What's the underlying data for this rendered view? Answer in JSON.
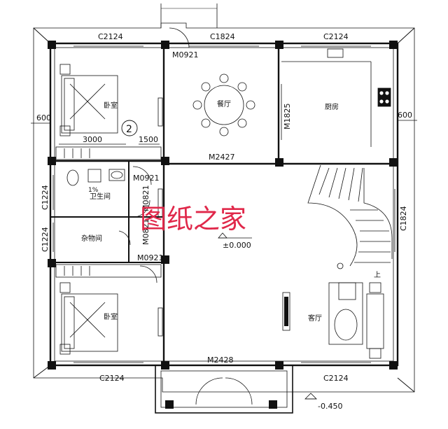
{
  "watermark": "图纸之家",
  "windows": {
    "top_left": "C2124",
    "top_middle": "C1824",
    "top_right": "C2124",
    "bottom_left": "C2124",
    "bottom_right": "C2124",
    "left_upper": "C1224",
    "left_lower": "C1224",
    "right_stair": "C1824",
    "kitchen_side": "M1825"
  },
  "doors": {
    "dining_top": "M0921",
    "bathroom": "M0921",
    "corridor_1": "M0821",
    "corridor_2": "M0821",
    "bedroom_lower": "M0921",
    "dining_living": "M2427",
    "entrance": "M2428"
  },
  "rooms": {
    "bedroom_upper": "卧室",
    "dining": "餐厅",
    "kitchen": "厨房",
    "bathroom": "卫生间",
    "storage": "杂物间",
    "bedroom_lower": "卧室",
    "living": "客厅"
  },
  "dimensions": {
    "left_overhang": "600",
    "right_overhang": "600",
    "wardrobe_width": "3000",
    "wardrobe_depth": "1500",
    "axis_marker": "2",
    "bath_slope": "1%"
  },
  "levels": {
    "floor": "±0.000",
    "outside": "-0.450"
  },
  "stair_label": "上"
}
